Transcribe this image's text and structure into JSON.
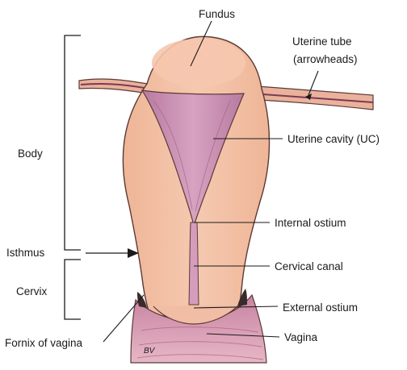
{
  "labels": {
    "fundus": "Fundus",
    "uterine_tube_line1": "Uterine tube",
    "uterine_tube_line2": "(arrowheads)",
    "uterine_cavity": "Uterine cavity (UC)",
    "internal_ostium": "Internal ostium",
    "cervical_canal": "Cervical canal",
    "external_ostium": "External ostium",
    "vagina": "Vagina",
    "fornix": "Fornix of vagina",
    "body": "Body",
    "isthmus": "Isthmus",
    "cervix": "Cervix",
    "signature": "BV"
  },
  "colors": {
    "tissue": "#f2bfa3",
    "tissue_dark": "#e4a588",
    "cavity": "#c98bb0",
    "cavity_light": "#dca9c5",
    "outline": "#5b3a35",
    "vagina": "#d99eb3"
  }
}
